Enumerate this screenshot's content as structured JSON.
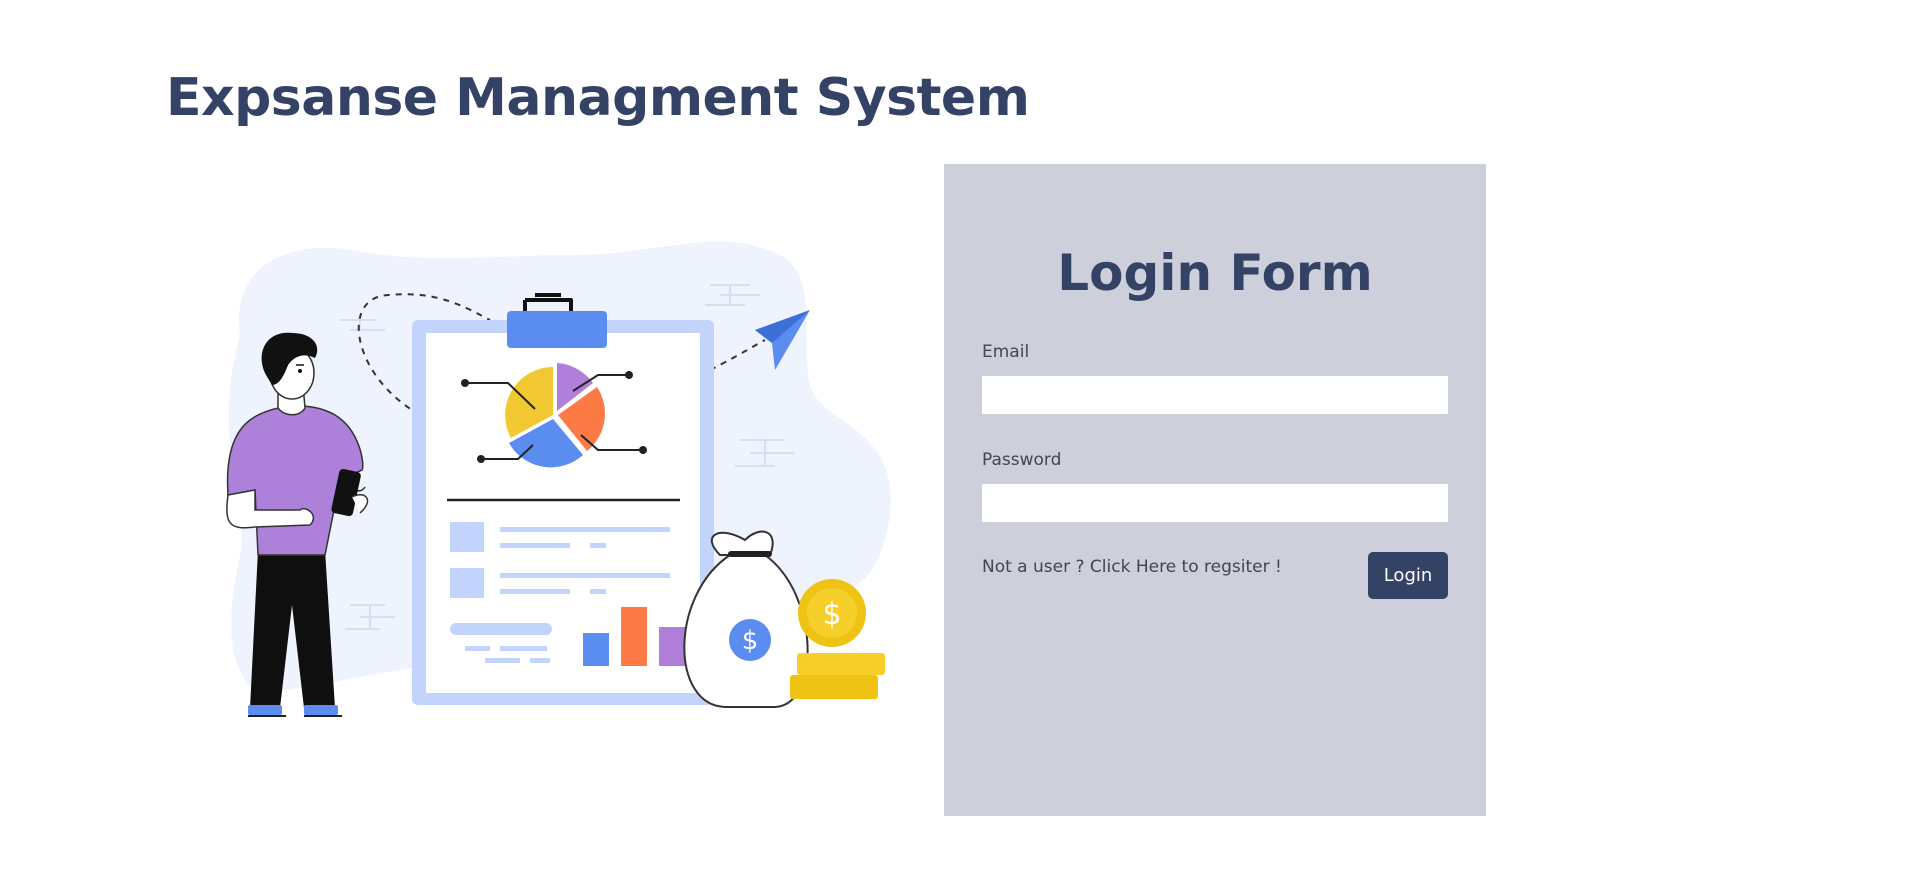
{
  "header": {
    "title": "Expsanse Managment System"
  },
  "illustration": {
    "currency_symbol": "$"
  },
  "login_form": {
    "title": "Login Form",
    "email_label": "Email",
    "email_value": "",
    "password_label": "Password",
    "password_value": "",
    "register_text": "Not a user ? Click Here to regsiter !",
    "login_button": "Login"
  },
  "colors": {
    "title": "#344266",
    "panel_bg": "#cdcfdb",
    "button_bg": "#344266",
    "blob": "#eef3fd",
    "clipboard": "#c2d4fb",
    "accent_blue": "#5b8cef",
    "pie_yellow": "#f2c832",
    "pie_purple": "#b07fd9",
    "pie_orange": "#fc7a46",
    "coin_gold": "#efc314",
    "shirt_purple": "#ad80d9"
  }
}
